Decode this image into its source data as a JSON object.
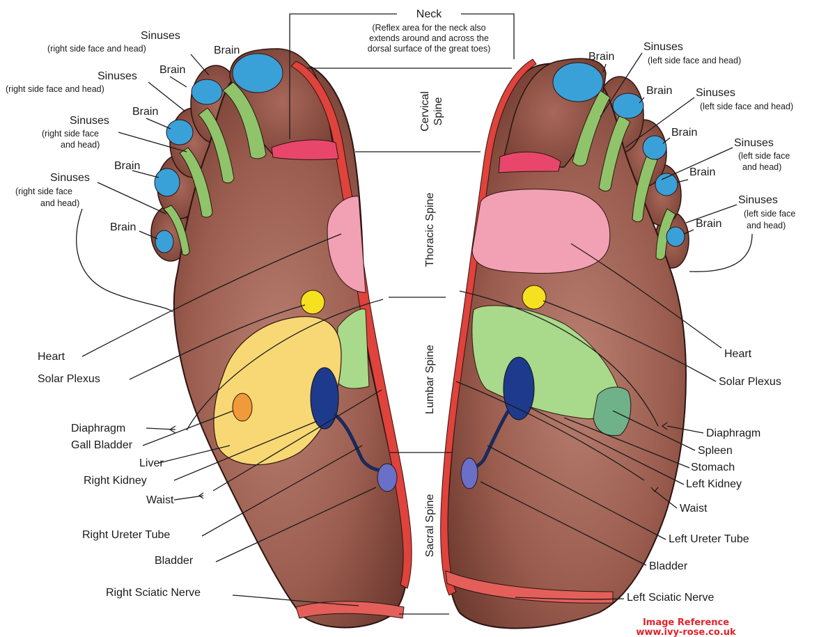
{
  "neck": {
    "title": "Neck",
    "note_line1": "(Reflex area for the neck also",
    "note_line2": "extends around and across the",
    "note_line3": "dorsal surface of the great toes)"
  },
  "spine": {
    "cervical_1": "Cervical",
    "cervical_2": "Spine",
    "thoracic": "Thoracic Spine",
    "lumbar": "Lumbar Spine",
    "sacral": "Sacral Spine"
  },
  "right_foot": {
    "sinuses": "Sinuses",
    "sinus_note_1": "(right side face and head)",
    "sinus_note_2": "(right side face and head)",
    "sinus_note_3a": "(right side face",
    "sinus_note_3b": "and head)",
    "sinus_note_4a": "(right side face",
    "sinus_note_4b": "and head)",
    "brain": "Brain",
    "heart": "Heart",
    "solar_plexus": "Solar Plexus",
    "diaphragm": "Diaphragm",
    "gall_bladder": "Gall Bladder",
    "liver": "Liver",
    "right_kidney": "Right Kidney",
    "waist": "Waist",
    "right_ureter": "Right Ureter Tube",
    "bladder": "Bladder",
    "right_sciatic": "Right Sciatic Nerve"
  },
  "left_foot": {
    "sinuses": "Sinuses",
    "sinus_note_1": "(left side face and head)",
    "sinus_note_2": "(left side face and head)",
    "sinus_note_3a": "(left side face",
    "sinus_note_3b": "and head)",
    "sinus_note_4a": "(left side face",
    "sinus_note_4b": "and head)",
    "brain": "Brain",
    "heart": "Heart",
    "solar_plexus": "Solar Plexus",
    "diaphragm": "Diaphragm",
    "spleen": "Spleen",
    "stomach": "Stomach",
    "left_kidney": "Left Kidney",
    "waist": "Waist",
    "left_ureter": "Left Ureter Tube",
    "bladder": "Bladder",
    "left_sciatic": "Left Sciatic Nerve"
  },
  "credit": {
    "line1": "Image Reference",
    "line2": "www.ivy-rose.co.uk"
  },
  "colors": {
    "skin": "#8a4f42",
    "skin_light": "#b67a6a",
    "brain": "#3aa0d8",
    "sinus": "#8fc46a",
    "spine_red": "#e0423c",
    "neck_pink": "#e8476b",
    "thoracic_pink": "#f2a0b4",
    "heart_yellow": "#f5e11f",
    "liver_yellow": "#f7d874",
    "gall_orange": "#f19a3a",
    "kidney_blue": "#1e3a8c",
    "stomach_green": "#a9d98a",
    "spleen_green": "#6fb28a",
    "bladder_purple": "#6a6fc8",
    "credit_red": "#e0242c"
  }
}
